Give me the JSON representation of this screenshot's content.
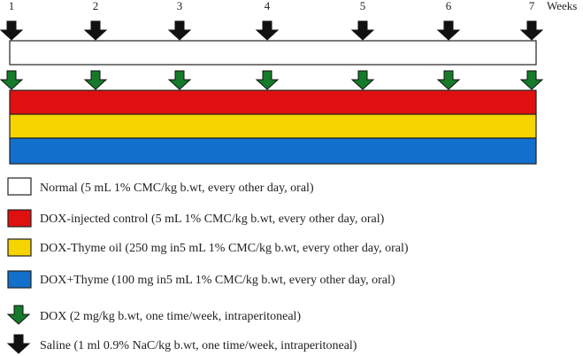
{
  "timeline": {
    "weeks": [
      "1",
      "2",
      "3",
      "4",
      "5",
      "6",
      "7"
    ],
    "unit_label": "Weeks"
  },
  "colors": {
    "normal": "#ffffff",
    "dox_control": "#e01010",
    "dox_thyme_oil": "#f5d400",
    "dox_thyme": "#1270cc",
    "dox_arrow": "#157a2a",
    "saline_arrow": "#111111",
    "outline": "#222222"
  },
  "groups": [
    {
      "id": "normal",
      "label": "Normal (5 mL 1% CMC/kg b.wt, every other day, oral)"
    },
    {
      "id": "dox_control",
      "label": "DOX-injected control (5 mL 1% CMC/kg b.wt, every other day, oral)"
    },
    {
      "id": "dox_thyme_oil",
      "label": "DOX-Thyme oil (250 mg in5 mL 1% CMC/kg b.wt, every other day, oral)"
    },
    {
      "id": "dox_thyme",
      "label": "DOX+Thyme (100 mg in5 mL 1% CMC/kg b.wt, every other day, oral)"
    }
  ],
  "arrows": [
    {
      "id": "dox",
      "icon": "green-down-arrow-icon",
      "label": "DOX (2 mg/kg b.wt, one time/week, intraperitoneal)"
    },
    {
      "id": "saline",
      "icon": "black-down-arrow-icon",
      "label": "Saline (1 ml 0.9% NaC/kg b.wt, one time/week, intraperitoneal)"
    }
  ]
}
